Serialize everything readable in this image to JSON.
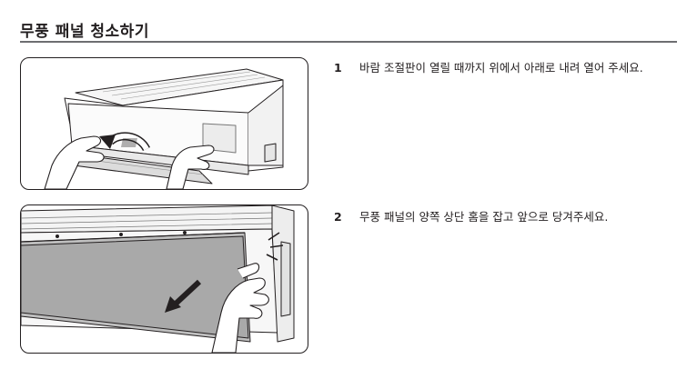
{
  "section": {
    "title": "무풍 패널 청소하기"
  },
  "steps": [
    {
      "number": "1",
      "text": "바람 조절판이 열릴 때까지 위에서 아래로 내려 열어 주세요."
    },
    {
      "number": "2",
      "text": "무풍 패널의 양쪽 상단 홈을 잡고 앞으로 당겨주세요."
    }
  ],
  "illustrations": [
    {
      "icon": "open-vane-illustration-icon"
    },
    {
      "icon": "pull-panel-illustration-icon"
    }
  ]
}
